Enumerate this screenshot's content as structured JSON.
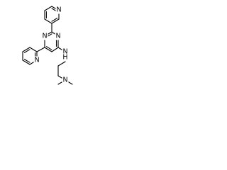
{
  "molecule": {
    "atom_labels": {
      "pyridine_top_n": "N",
      "pyrimidine_n_upper": "N",
      "pyrimidine_n_lower": "N",
      "pyridine_left_n": "N",
      "amine_nh": "N",
      "amine_h": "H",
      "dimethylamine_n": "N"
    },
    "colors": {
      "bond": "#000000",
      "label": "#000000",
      "background": "#ffffff"
    }
  }
}
